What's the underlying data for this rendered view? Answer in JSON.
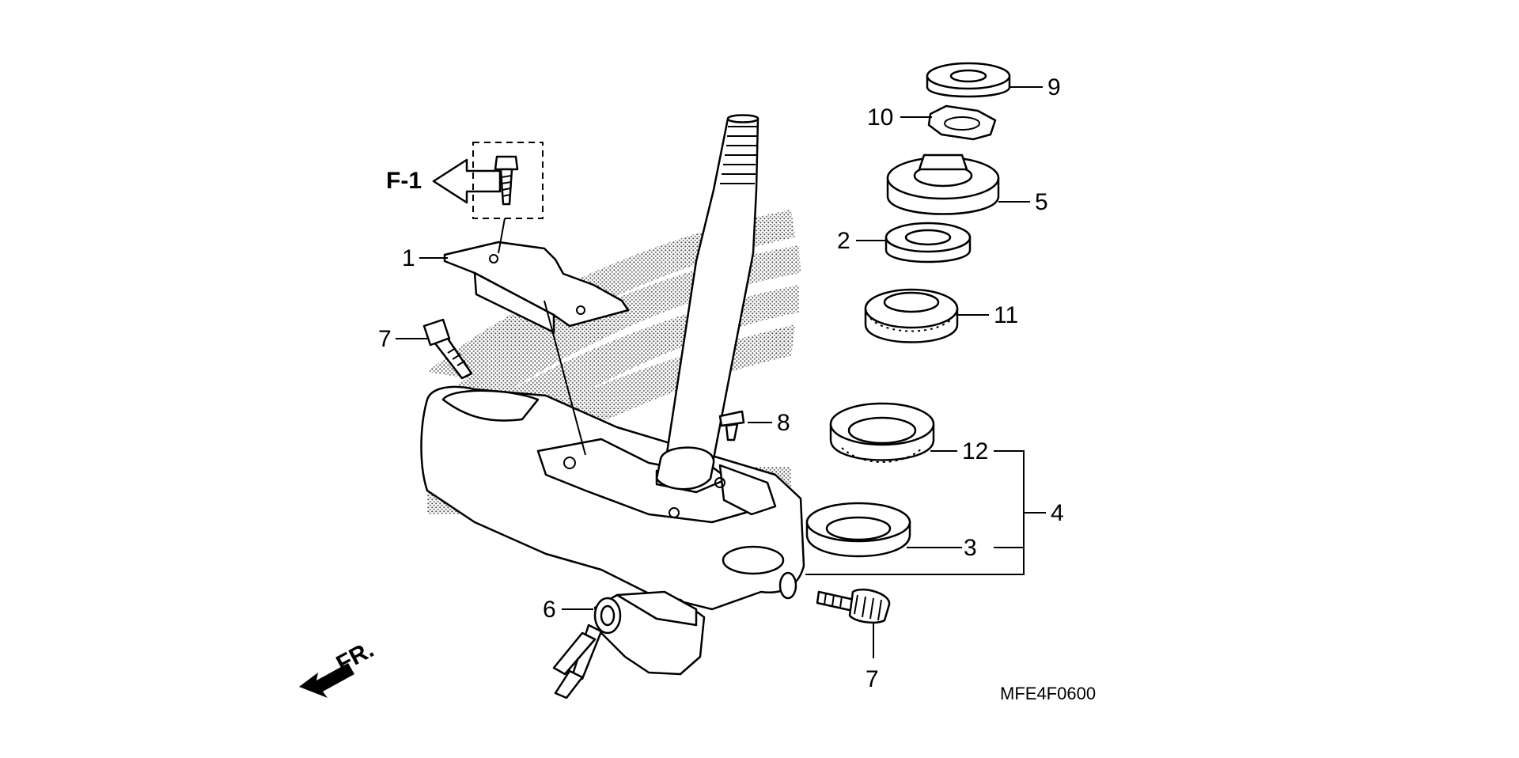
{
  "diagram": {
    "reference": "F-1",
    "front_label": "FR.",
    "code": "MFE4F0600",
    "callouts": {
      "c1": "1",
      "c2": "2",
      "c3": "3",
      "c4": "4",
      "c5": "5",
      "c6": "6",
      "c7a": "7",
      "c7b": "7",
      "c8": "8",
      "c9": "9",
      "c10": "10",
      "c11": "11",
      "c12": "12"
    }
  }
}
